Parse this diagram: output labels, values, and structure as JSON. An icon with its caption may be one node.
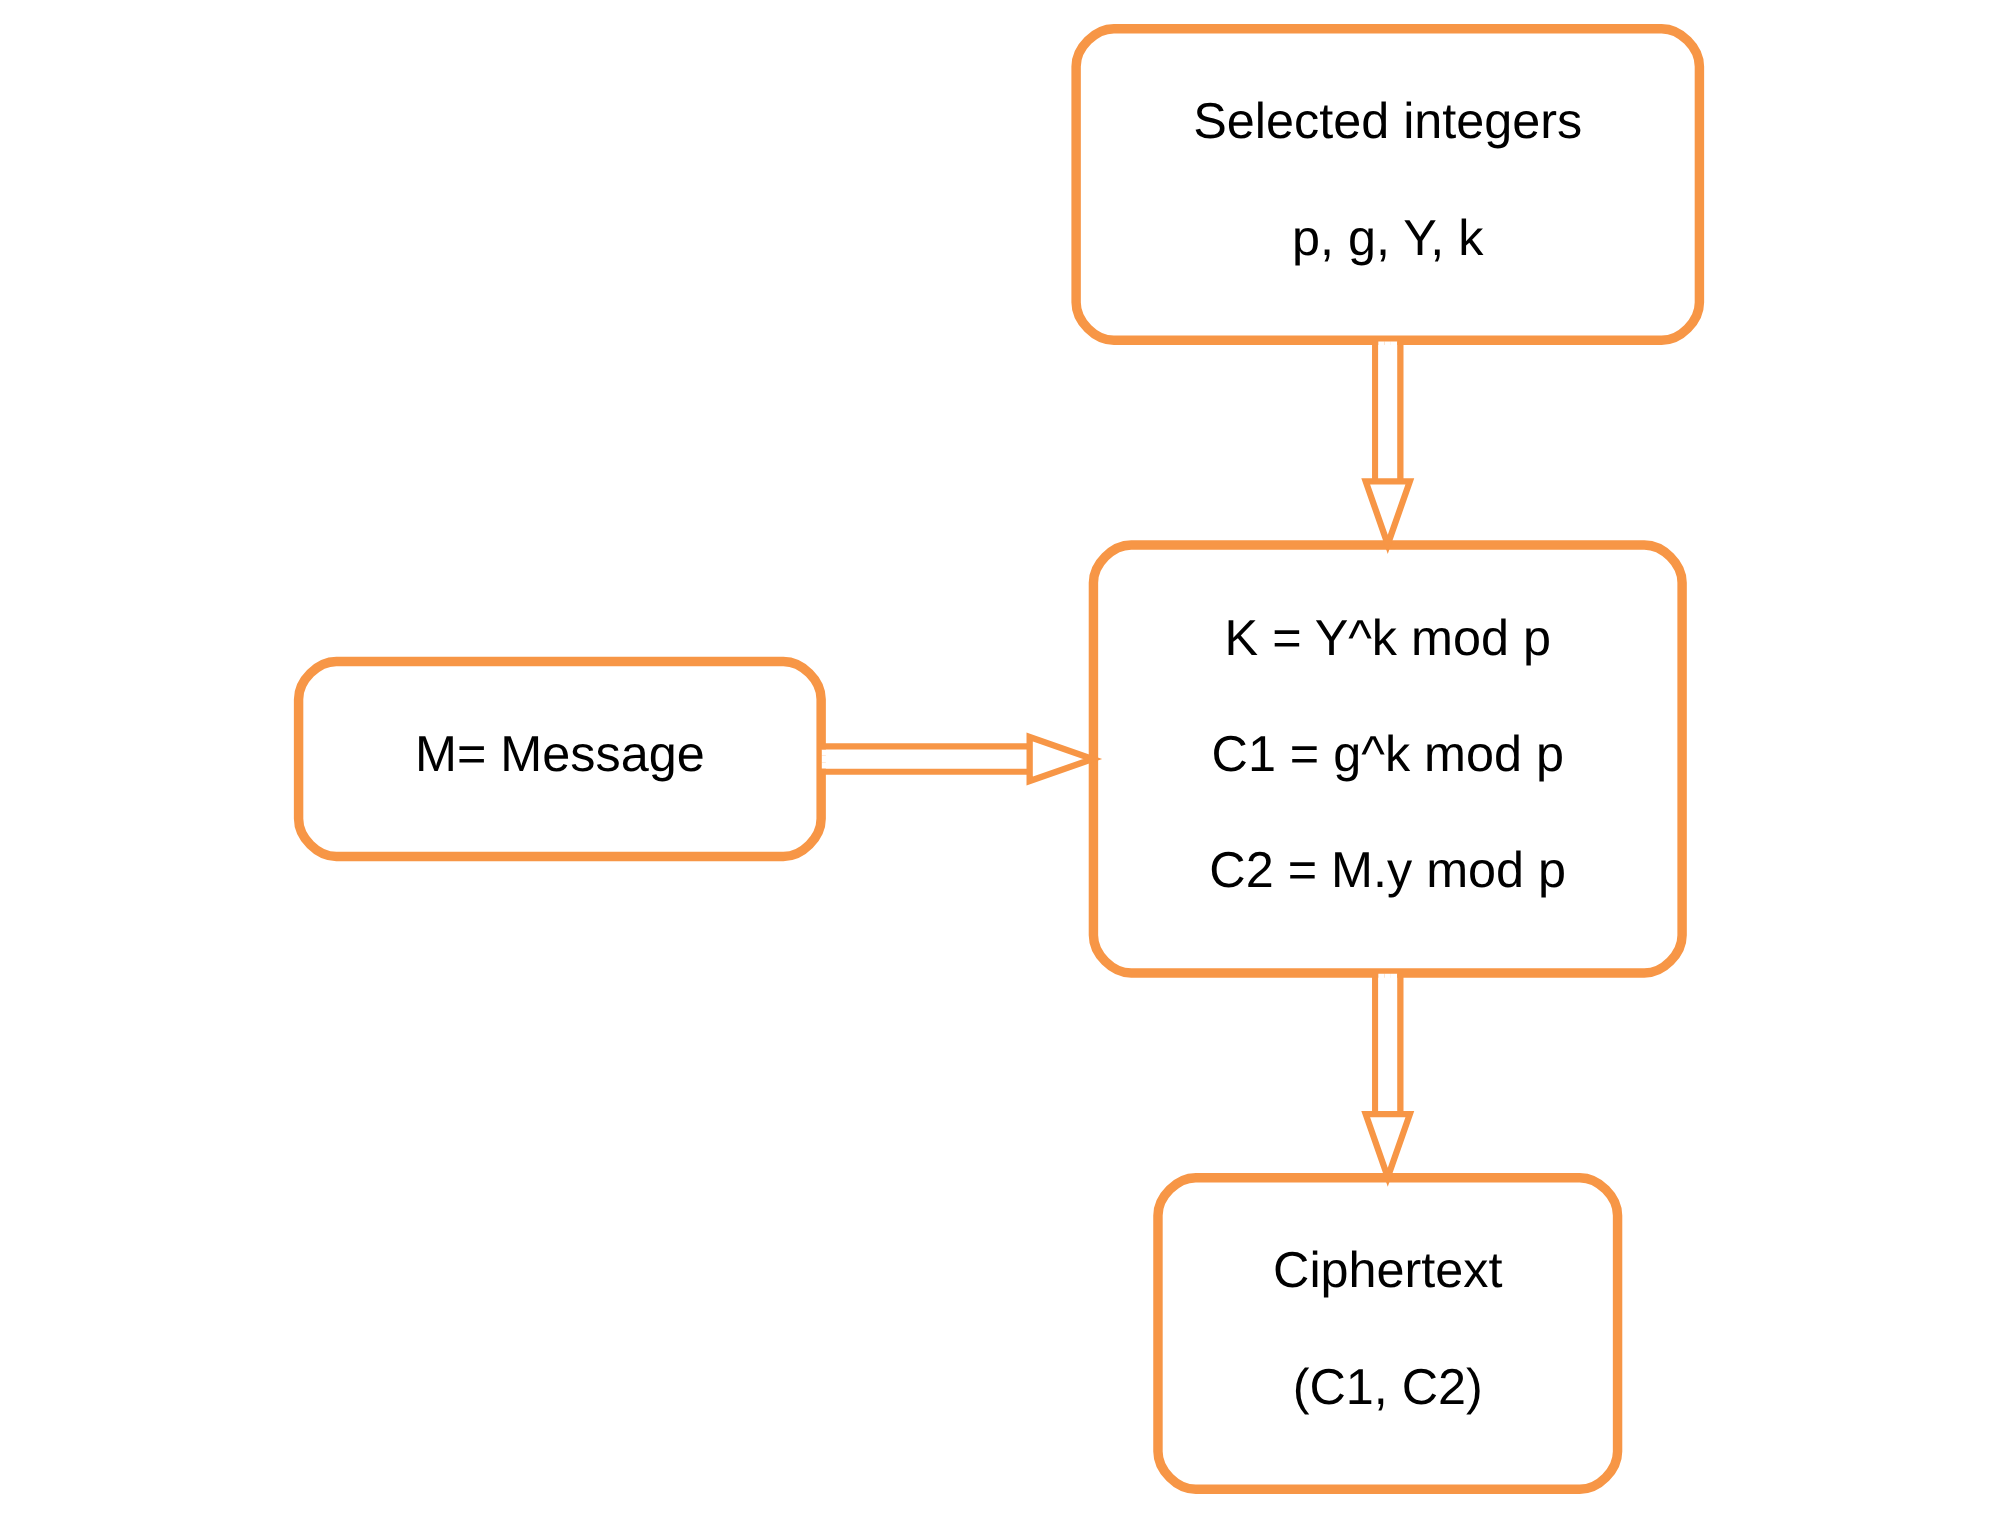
{
  "diagram": {
    "nodes": [
      {
        "text": [
          "Selected integers",
          "p, g, Y, k"
        ]
      },
      {
        "text": [
          "M= Message"
        ]
      },
      {
        "text": [
          "K = Y^k mod p",
          "C1 = g^k mod p",
          "C2 = M.y mod p"
        ]
      },
      {
        "text": [
          "Ciphertext",
          "(C1, C2)"
        ]
      }
    ],
    "edges": [
      {
        "from": 0,
        "to": 2,
        "arrow": "to"
      },
      {
        "from": 1,
        "to": 2,
        "arrow": "to"
      },
      {
        "from": 2,
        "to": 3,
        "arrow": "to"
      }
    ]
  }
}
